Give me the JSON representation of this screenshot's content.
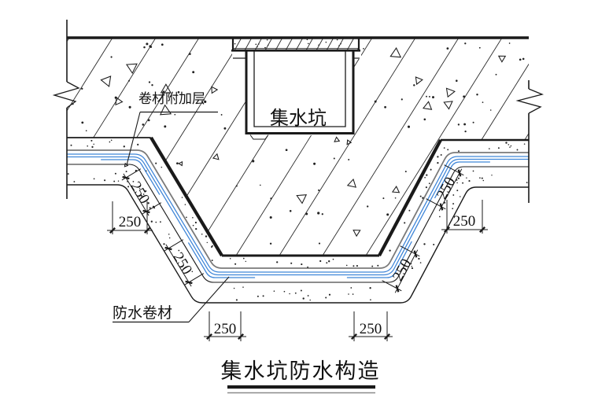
{
  "drawing_title": "集水坑防水构造",
  "labels": {
    "additional_layer": "卷材附加层",
    "pit": "集水坑",
    "waterproof_membrane": "防水卷材"
  },
  "dims": [
    {
      "id": "left-slope-upper",
      "value": "250"
    },
    {
      "id": "left-horizontal",
      "value": "250"
    },
    {
      "id": "left-slope-lower",
      "value": "250"
    },
    {
      "id": "bottom-left",
      "value": "250"
    },
    {
      "id": "bottom-right",
      "value": "250"
    },
    {
      "id": "right-slope-lower",
      "value": "250"
    },
    {
      "id": "right-slope-upper",
      "value": "250"
    },
    {
      "id": "right-horizontal",
      "value": "250"
    }
  ],
  "colors": {
    "line": "#1a1a1a",
    "membrane": "#3f86d8",
    "screed_gray": "#7a7a7a",
    "underline_gray": "#8a8a8a",
    "background": "#ffffff"
  }
}
